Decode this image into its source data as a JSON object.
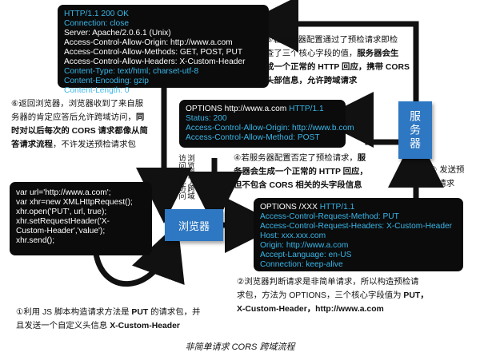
{
  "response_box": {
    "lines": [
      {
        "parts": [
          {
            "text": "HTTP/1.1 200 OK",
            "cyan": true
          }
        ]
      },
      {
        "parts": [
          {
            "text": "Connection: close",
            "cyan": true
          }
        ]
      },
      {
        "parts": [
          {
            "text": "Server: Apache/2.0.6.1 (Unix)",
            "cyan": false
          }
        ]
      },
      {
        "parts": [
          {
            "text": "Access-Control-Allow-Origin: http://www.a.com",
            "cyan": false
          }
        ]
      },
      {
        "parts": [
          {
            "text": "Access-Control-Allow-Methods: GET, POST, PUT",
            "cyan": false
          }
        ]
      },
      {
        "parts": [
          {
            "text": "Access-Control-Allow-Headers: X-Custom-Header",
            "cyan": false
          }
        ]
      },
      {
        "parts": [
          {
            "text": "Content-Type: text/html; charset-utf-8",
            "cyan": true
          }
        ]
      },
      {
        "parts": [
          {
            "text": "Content-Encoding: gzip",
            "cyan": true
          }
        ]
      },
      {
        "parts": [
          {
            "text": "Content-Length: 0",
            "cyan": true
          }
        ]
      }
    ]
  },
  "options_response_box": {
    "lines": [
      {
        "parts": [
          {
            "text": "OPTIONS http://www.a.com ",
            "cyan": false
          },
          {
            "text": "HTTP/1.1",
            "cyan": true
          }
        ]
      },
      {
        "parts": [
          {
            "text": "Status: 200",
            "cyan": true
          }
        ]
      },
      {
        "parts": [
          {
            "text": "Access-Control-Allow-Origin: http://www.b.com",
            "cyan": true
          }
        ]
      },
      {
        "parts": [
          {
            "text": "Access-Control-Allow-Method: POST",
            "cyan": true
          }
        ]
      }
    ]
  },
  "request_box": {
    "lines": [
      {
        "parts": [
          {
            "text": "OPTIONS /XXX ",
            "cyan": false
          },
          {
            "text": "HTTP/1.1",
            "cyan": true
          }
        ]
      },
      {
        "parts": [
          {
            "text": "Access-Control-Request-Method: PUT",
            "cyan": true
          }
        ]
      },
      {
        "parts": [
          {
            "text": "Access-Control-Request-Headers: X-Custom-Header",
            "cyan": true
          }
        ]
      },
      {
        "parts": [
          {
            "text": "Host: xxx.xxx.com",
            "cyan": true
          }
        ]
      },
      {
        "parts": [
          {
            "text": "Origin: http://www.a.com",
            "cyan": true
          }
        ]
      },
      {
        "parts": [
          {
            "text": "Accept-Language: en-US",
            "cyan": true
          }
        ]
      },
      {
        "parts": [
          {
            "text": "Connection: keep-alive",
            "cyan": true
          }
        ]
      }
    ]
  },
  "code_box": {
    "lines": [
      "var url='http://www.a.com';",
      "var xhr=new XMLHttpRequest();",
      "xhr.open('PUT', url, true);",
      "xhr.setRequestHeader('X-",
      "Custom-Header','value');",
      "xhr.send();"
    ]
  },
  "nodes": {
    "server": "服务器",
    "browser": "浏览器"
  },
  "notes": {
    "step1": {
      "lines": [
        [
          {
            "text": "①利用 JS 脚本构造请求方法是 ",
            "bold": false
          },
          {
            "text": "PUT",
            "bold": true
          },
          {
            "text": " 的请求包，并",
            "bold": false
          }
        ],
        [
          {
            "text": "且发送一个自定义头信息 ",
            "bold": false
          },
          {
            "text": "X-Custom-Header",
            "bold": true
          }
        ]
      ]
    },
    "step2": {
      "lines": [
        [
          {
            "text": "②浏览器判断请求是非简单请求，所以构造预检请",
            "bold": false
          }
        ],
        [
          {
            "text": "求包，方法为 OPTIONS，三个核心字段值为 ",
            "bold": false
          },
          {
            "text": "PUT，",
            "bold": true
          }
        ],
        [
          {
            "text": "X-Custom-Header，http://www.a.com",
            "bold": true
          }
        ]
      ]
    },
    "step3": {
      "lines": [
        [
          {
            "text": "③ 发送预",
            "bold": false
          }
        ],
        [
          {
            "text": "检请求",
            "bold": false
          }
        ]
      ]
    },
    "step4": {
      "lines": [
        [
          {
            "text": "④若服务器配置否定了预检请求，",
            "bold": false
          },
          {
            "text": "服",
            "bold": true
          }
        ],
        [
          {
            "text": "务器会生成一个正常的 HTTP 回应，",
            "bold": true
          }
        ],
        [
          {
            "text": "但不包含 CORS 相关的头字段信息",
            "bold": true
          }
        ]
      ]
    },
    "step5": {
      "lines": [
        [
          {
            "text": "⑤若服务器配置通过了预检请求即检",
            "bold": false
          }
        ],
        [
          {
            "text": "查了三个核心字段的值，",
            "bold": false
          },
          {
            "text": "服务器会生",
            "bold": true
          }
        ],
        [
          {
            "text": "成一个正常的 HTTP 回应，携带 CORS",
            "bold": true
          }
        ],
        [
          {
            "text": "头部信息，允许跨域请求",
            "bold": true
          }
        ]
      ]
    },
    "step6": {
      "lines": [
        [
          {
            "text": "⑥返回浏览器，浏览器收到了来自服",
            "bold": false
          }
        ],
        [
          {
            "text": "务器的肯定应答后允许跨域访问，",
            "bold": false
          },
          {
            "text": "同",
            "bold": true
          }
        ],
        [
          {
            "text": "时对以后每次的 CORS 请求都像从简",
            "bold": true
          }
        ],
        [
          {
            "text": "答请求流程",
            "bold": true
          },
          {
            "text": "，不许发送预检请求包",
            "bold": false
          }
        ]
      ]
    },
    "reject_vertical": "浏览器了跨域访问拒绝访问"
  },
  "caption": "非简单请求 CORS 跨域流程",
  "colors": {
    "box_bg": "#0b0b0b",
    "highlight": "#39b6e8",
    "node_blue": "#2e77c2",
    "arrow": "#111111"
  }
}
